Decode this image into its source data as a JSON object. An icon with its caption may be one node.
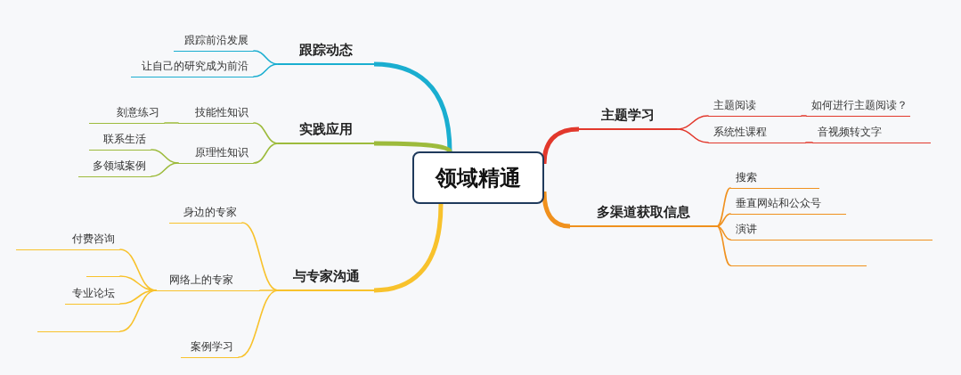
{
  "diagram": {
    "nodes": [
      {
        "text": [
          "领域精通"
        ]
      },
      {
        "text": [
          "跟踪动态"
        ]
      },
      {
        "text": [
          "跟踪前沿发展"
        ]
      },
      {
        "text": [
          "让自己的研究成为前沿"
        ]
      },
      {
        "text": [
          "实践应用"
        ]
      },
      {
        "text": [
          "技能性知识"
        ]
      },
      {
        "text": [
          "刻意练习"
        ]
      },
      {
        "text": [
          "原理性知识"
        ]
      },
      {
        "text": [
          "联系生活"
        ]
      },
      {
        "text": [
          "多领域案例"
        ]
      },
      {
        "text": [
          "与专家沟通"
        ]
      },
      {
        "text": [
          "身边的专家"
        ]
      },
      {
        "text": [
          "网络上的专家"
        ]
      },
      {
        "text": [
          "付费咨询"
        ]
      },
      {
        "text": [],
        "shape": "bar"
      },
      {
        "text": [
          "专业论坛"
        ]
      },
      {
        "text": [],
        "shape": "bar"
      },
      {
        "text": [
          "案例学习"
        ]
      },
      {
        "text": [
          "主题学习"
        ]
      },
      {
        "text": [
          "主题阅读"
        ]
      },
      {
        "text": [
          "如何进行主题阅读？"
        ]
      },
      {
        "text": [
          "系统性课程"
        ]
      },
      {
        "text": [
          "音视频转文字"
        ]
      },
      {
        "text": [
          "多渠道获取信息"
        ]
      },
      {
        "text": [
          "搜索"
        ]
      },
      {
        "text": [
          "垂直网站和公众号"
        ]
      },
      {
        "text": [
          "演讲"
        ]
      },
      {
        "text": [],
        "shape": "bar"
      }
    ],
    "edges": [
      {
        "from": 0,
        "to": 1,
        "arrow": "none",
        "style": "thick",
        "color": "#1aaed0"
      },
      {
        "from": 1,
        "to": 2,
        "arrow": "none",
        "color": "#1aaed0"
      },
      {
        "from": 1,
        "to": 3,
        "arrow": "none",
        "color": "#1aaed0"
      },
      {
        "from": 0,
        "to": 4,
        "arrow": "none",
        "style": "thick",
        "color": "#9dbb3c"
      },
      {
        "from": 4,
        "to": 5,
        "arrow": "none",
        "color": "#9dbb3c"
      },
      {
        "from": 5,
        "to": 6,
        "arrow": "none",
        "color": "#9dbb3c"
      },
      {
        "from": 4,
        "to": 7,
        "arrow": "none",
        "color": "#9dbb3c"
      },
      {
        "from": 7,
        "to": 8,
        "arrow": "none",
        "color": "#9dbb3c"
      },
      {
        "from": 7,
        "to": 9,
        "arrow": "none",
        "color": "#9dbb3c"
      },
      {
        "from": 0,
        "to": 10,
        "arrow": "none",
        "style": "thick",
        "color": "#f8c22c"
      },
      {
        "from": 10,
        "to": 11,
        "arrow": "none",
        "color": "#f8c22c"
      },
      {
        "from": 10,
        "to": 12,
        "arrow": "none",
        "color": "#f8c22c"
      },
      {
        "from": 12,
        "to": 13,
        "arrow": "none",
        "color": "#f8c22c"
      },
      {
        "from": 12,
        "to": 14,
        "arrow": "none",
        "color": "#f8c22c"
      },
      {
        "from": 12,
        "to": 15,
        "arrow": "none",
        "color": "#f8c22c"
      },
      {
        "from": 12,
        "to": 16,
        "arrow": "none",
        "color": "#f8c22c"
      },
      {
        "from": 10,
        "to": 17,
        "arrow": "none",
        "color": "#f8c22c"
      },
      {
        "from": 0,
        "to": 18,
        "arrow": "none",
        "style": "thick",
        "color": "#e2382c"
      },
      {
        "from": 18,
        "to": 19,
        "arrow": "none",
        "color": "#e2382c"
      },
      {
        "from": 19,
        "to": 20,
        "arrow": "none",
        "color": "#e2382c"
      },
      {
        "from": 18,
        "to": 21,
        "arrow": "none",
        "color": "#e2382c"
      },
      {
        "from": 21,
        "to": 22,
        "arrow": "none",
        "color": "#e2382c"
      },
      {
        "from": 0,
        "to": 23,
        "arrow": "none",
        "style": "thick",
        "color": "#f0911e"
      },
      {
        "from": 23,
        "to": 24,
        "arrow": "none",
        "color": "#f0911e"
      },
      {
        "from": 23,
        "to": 25,
        "arrow": "none",
        "color": "#f0911e"
      },
      {
        "from": 23,
        "to": 26,
        "arrow": "none",
        "color": "#f0911e"
      },
      {
        "from": 23,
        "to": 27,
        "arrow": "none",
        "color": "#f0911e"
      }
    ]
  }
}
